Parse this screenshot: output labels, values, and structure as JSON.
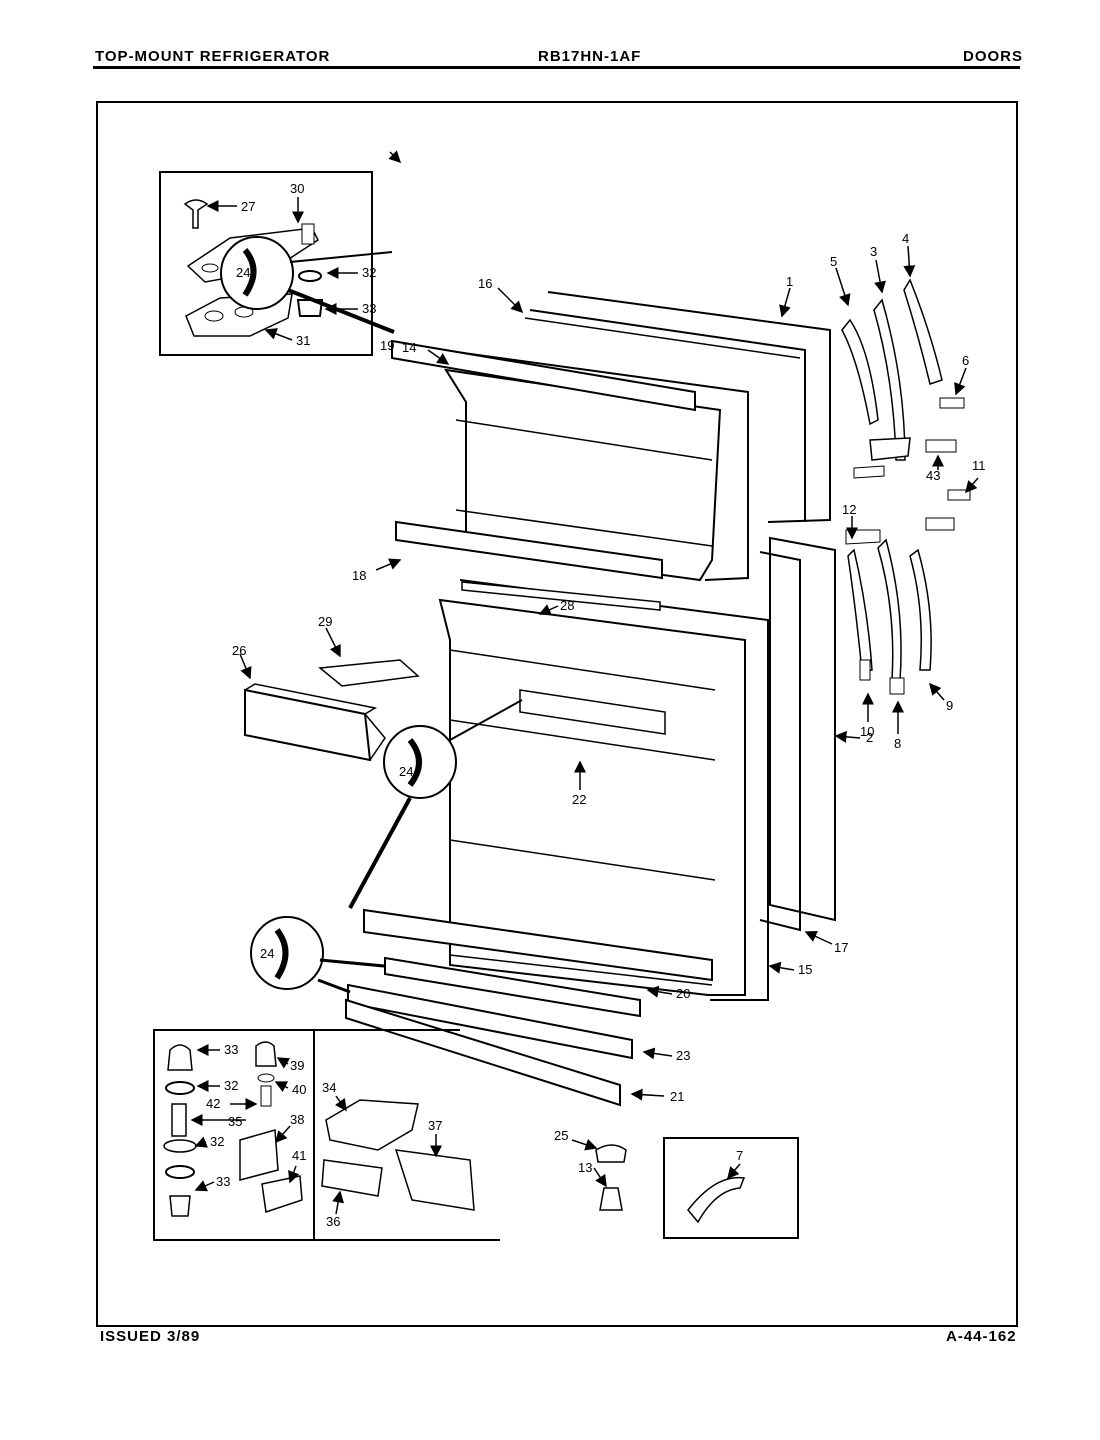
{
  "header": {
    "left": "TOP-MOUNT REFRIGERATOR",
    "center": "RB17HN-1AF",
    "right": "DOORS"
  },
  "footer": {
    "left": "ISSUED 3/89",
    "right": "A-44-162"
  },
  "callouts": {
    "c1": "1",
    "c2": "2",
    "c3": "3",
    "c4": "4",
    "c5": "5",
    "c6": "6",
    "c7": "7",
    "c8": "8",
    "c9": "9",
    "c10": "10",
    "c11": "11",
    "c12": "12",
    "c13": "13",
    "c14": "14",
    "c15": "15",
    "c16": "16",
    "c17": "17",
    "c18": "18",
    "c19": "19",
    "c20": "20",
    "c21": "21",
    "c22": "22",
    "c23": "23",
    "c24a": "24",
    "c24b": "24",
    "c24c": "24",
    "c25": "25",
    "c26": "26",
    "c27": "27",
    "c28": "28",
    "c29": "29",
    "c30": "30",
    "c31": "31",
    "c32a": "32",
    "c32b": "32",
    "c32c": "32",
    "c33a": "33",
    "c33b": "33",
    "c33c": "33",
    "c34": "34",
    "c35": "35",
    "c36": "36",
    "c37": "37",
    "c38": "38",
    "c39": "39",
    "c40": "40",
    "c41": "41",
    "c42": "42",
    "c43": "43"
  }
}
